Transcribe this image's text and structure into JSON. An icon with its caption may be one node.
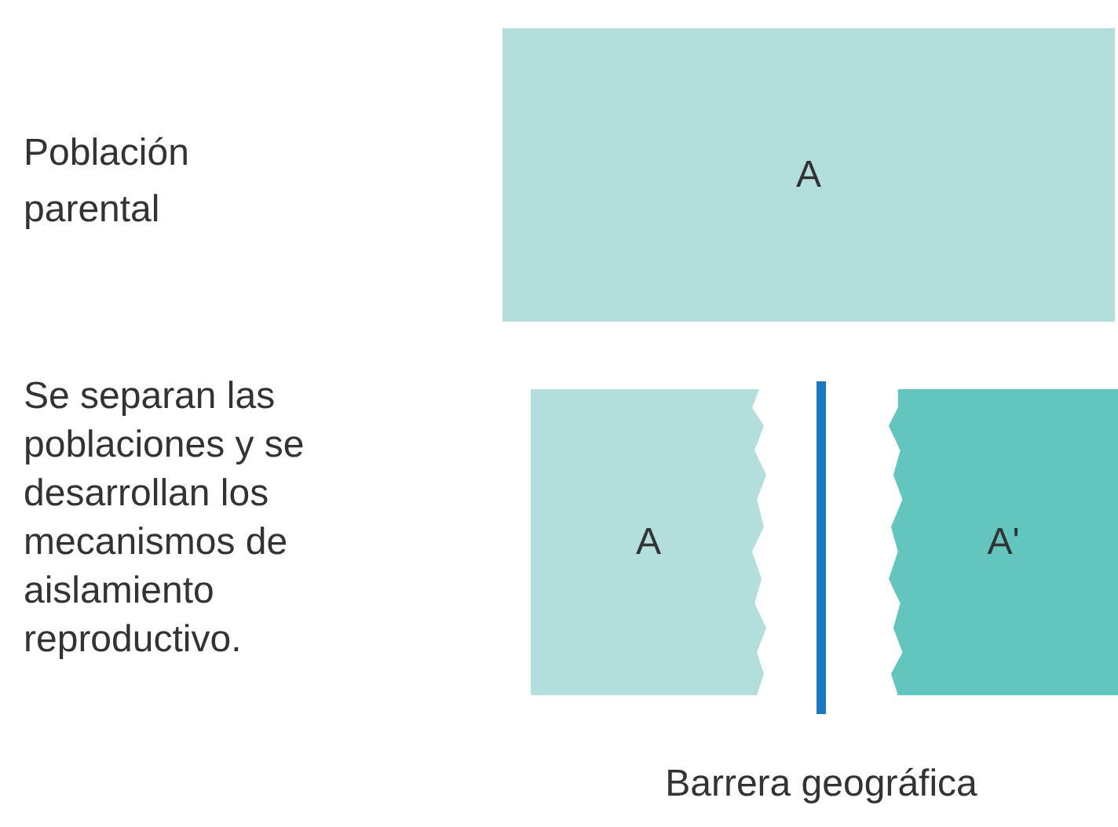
{
  "diagram": {
    "nodes": [
      {
        "text": [
          "A"
        ]
      },
      {
        "text": [
          "A"
        ]
      },
      {
        "text": [],
        "shape": "bar",
        "beside": [
          "Barrera geográfica"
        ]
      },
      {
        "text": [
          "A'"
        ]
      }
    ],
    "labels": [
      "Población parental",
      "Se separan las poblaciones y se desarrollan los mecanismos de aislamiento reproductivo."
    ]
  }
}
